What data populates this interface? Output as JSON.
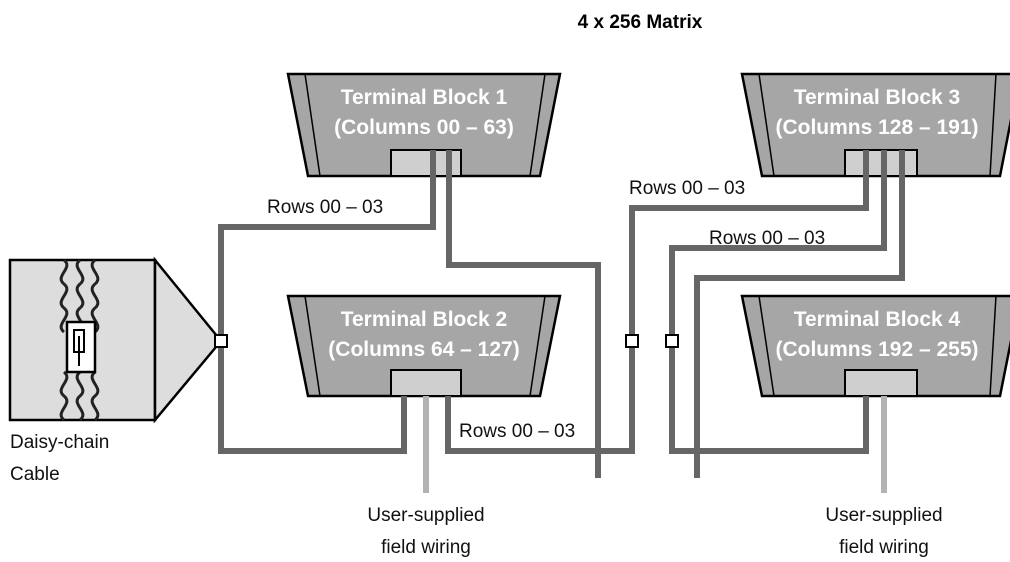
{
  "title": "4 x 256 Matrix",
  "colors": {
    "wire": "#666666",
    "field_wire": "#b3b3b3",
    "block_fill": "#a6a6a6",
    "block_face": "#cfcfcf",
    "block_text": "#ffffff",
    "cable_fill": "#dddddd"
  },
  "terminal_blocks": [
    {
      "name": "Terminal Block 1",
      "columns": "(Columns 00 – 63)"
    },
    {
      "name": "Terminal Block 2",
      "columns": "(Columns 64 – 127)"
    },
    {
      "name": "Terminal Block 3",
      "columns": "(Columns 128 – 191)"
    },
    {
      "name": "Terminal Block 4",
      "columns": "(Columns 192 – 255)"
    }
  ],
  "row_labels": [
    "Rows 00 – 03",
    "Rows 00 – 03",
    "Rows 00 – 03",
    "Rows 00 – 03"
  ],
  "cable": {
    "line1": "Daisy-chain",
    "line2": "Cable"
  },
  "field_wiring": [
    {
      "line1": "User-supplied",
      "line2": "field wiring"
    },
    {
      "line1": "User-supplied",
      "line2": "field wiring"
    }
  ],
  "icons": [
    "daisy-chain-cable-icon",
    "connector-icon",
    "junction-icon"
  ]
}
